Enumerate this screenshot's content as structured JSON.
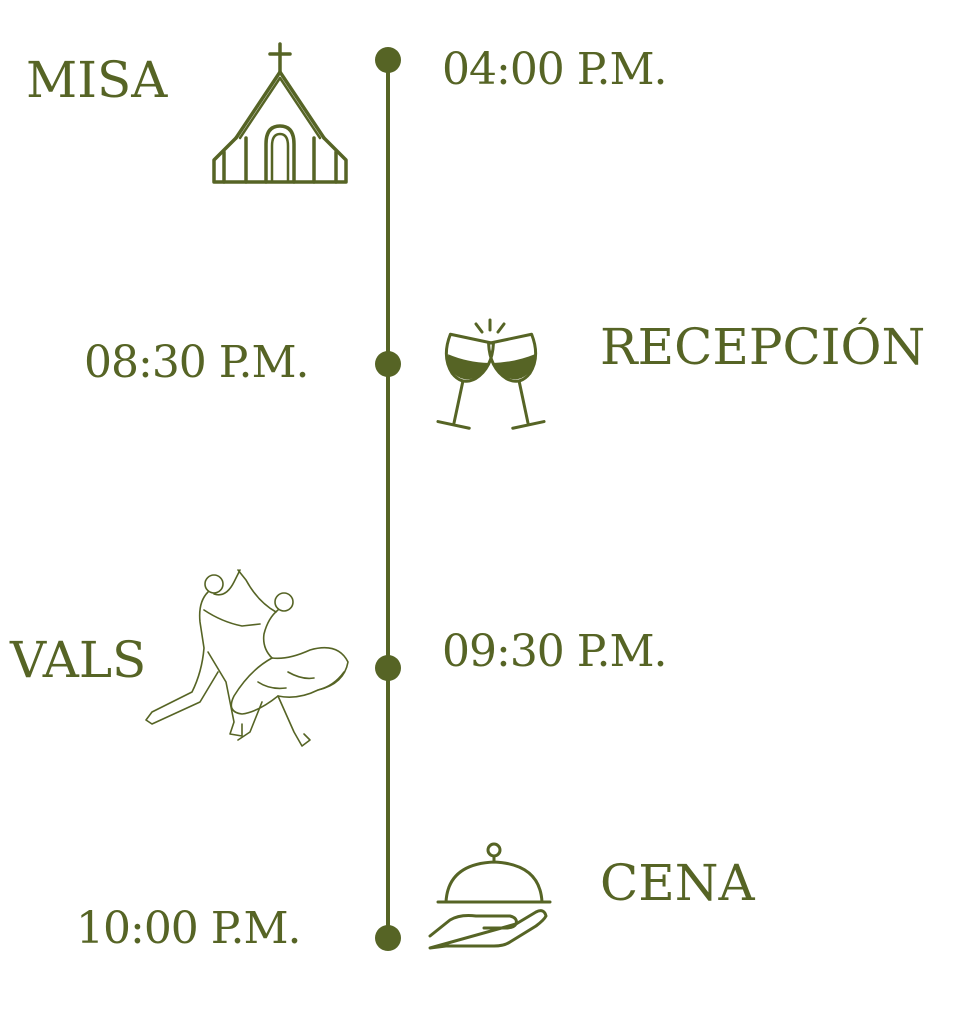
{
  "colors": {
    "accent": "#566425",
    "background": "#ffffff"
  },
  "events": [
    {
      "name": "MISA",
      "time": "04:00 P.M.",
      "icon": "church-icon"
    },
    {
      "name": "RECEPCIÓN",
      "time": "08:30 P.M.",
      "icon": "wine-glasses-toast-icon"
    },
    {
      "name": "VALS",
      "time": "09:30 P.M.",
      "icon": "waltz-dancers-icon"
    },
    {
      "name": "CENA",
      "time": "10:00 P.M.",
      "icon": "serving-cloche-hand-icon"
    }
  ]
}
